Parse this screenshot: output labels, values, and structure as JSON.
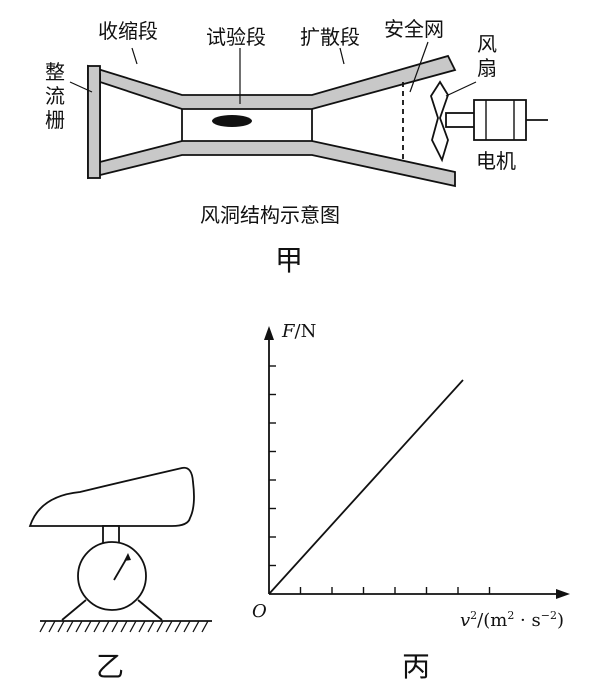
{
  "figure_jia": {
    "labels": {
      "contraction": "收缩段",
      "test_section": "试验段",
      "diffuser": "扩散段",
      "safety_net": "安全网",
      "fan": "风扇",
      "honeycomb": "整流栅",
      "motor": "电机"
    },
    "caption": "风洞结构示意图",
    "name": "甲"
  },
  "figure_yi": {
    "name": "乙"
  },
  "figure_bing": {
    "name": "丙",
    "ylabel_var": "F",
    "ylabel_unit": "/N",
    "origin": "O",
    "xlabel_var": "v",
    "xlabel_sup": "2",
    "xlabel_unit_open": "/(m",
    "xlabel_unit_sup": "2",
    "xlabel_unit_mid": " · s",
    "xlabel_unit_sup2": "−2",
    "xlabel_unit_close": ")"
  },
  "chart_data": {
    "type": "line",
    "title": "",
    "xlabel": "v²/(m²·s⁻²)",
    "ylabel": "F/N",
    "series": [
      {
        "x": [
          0,
          1
        ],
        "y": [
          0,
          1
        ]
      }
    ],
    "relation": "F proportional to v² (straight line through origin)"
  }
}
